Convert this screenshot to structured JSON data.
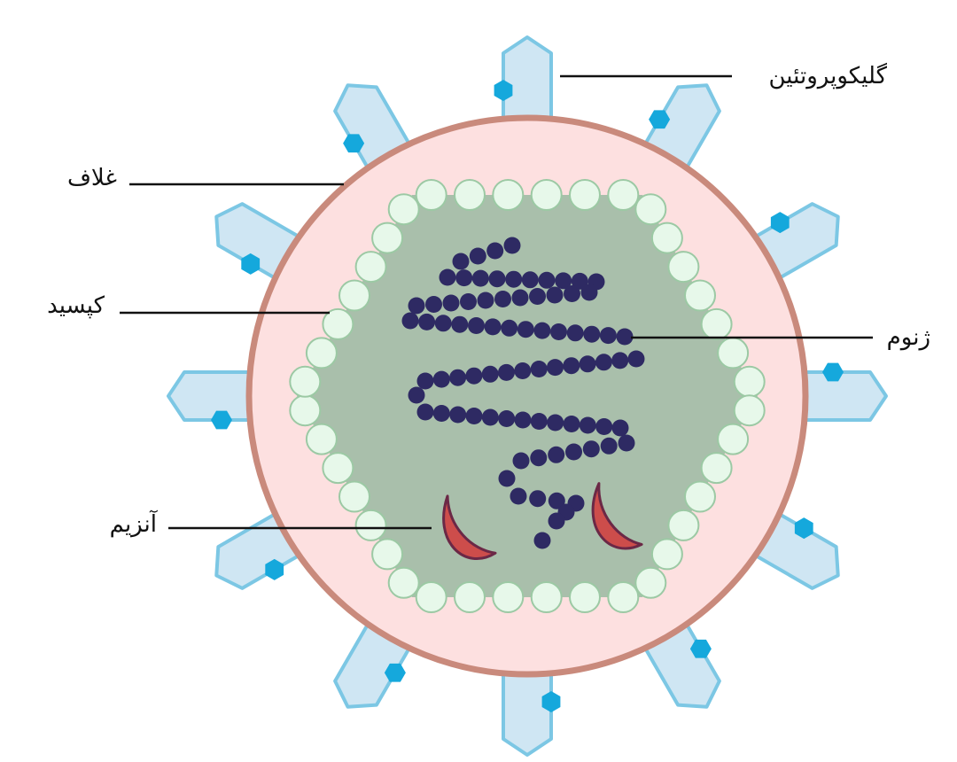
{
  "labels": {
    "glycoprotein": "گلیکوپروتئین",
    "envelope": "غلاف",
    "capsid": "کپسید",
    "genome": "ژنوم",
    "enzyme": "آنزیم"
  },
  "colors": {
    "envelope_fill": "#fde0e0",
    "envelope_stroke": "#c98a7c",
    "capsid_fill": "#a9bfab",
    "capsomere_fill": "#e7f8ea",
    "capsomere_stroke": "#9cc9a4",
    "spike_fill": "#cfe6f3",
    "spike_stroke": "#7cc7e4",
    "hexagon": "#15a8dc",
    "genome_bead": "#2e2a63",
    "enzyme_fill": "#cd4d4b",
    "enzyme_stroke": "#6b2846",
    "leader_line": "#111111"
  },
  "icons": {
    "spike": "glycoprotein-spike-icon",
    "hexagon": "hexagon-marker-icon",
    "enzyme": "crescent-enzyme-icon"
  }
}
